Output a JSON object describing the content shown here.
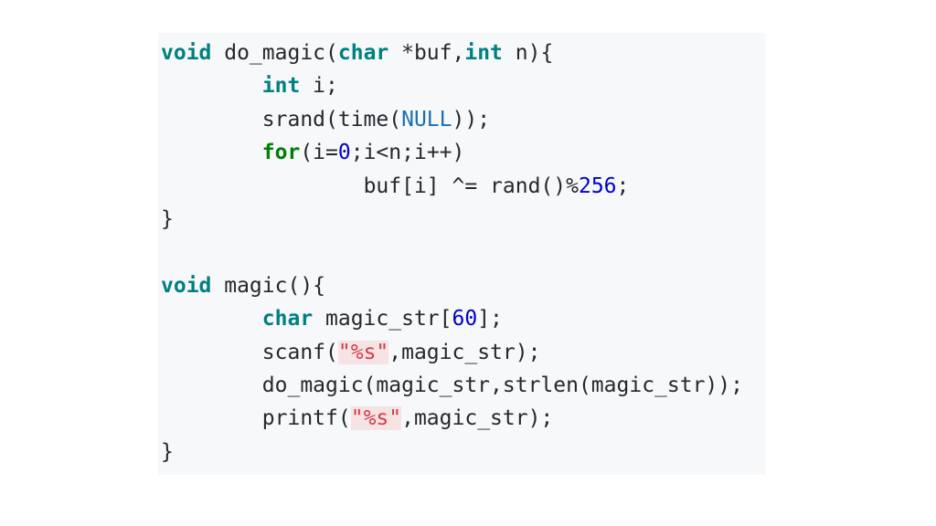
{
  "code": {
    "lines": [
      {
        "indent": "",
        "tokens": [
          {
            "t": "kw",
            "v": "void"
          },
          {
            "t": "p",
            "v": " do_magic("
          },
          {
            "t": "kw",
            "v": "char"
          },
          {
            "t": "p",
            "v": " *buf,"
          },
          {
            "t": "kw",
            "v": "int"
          },
          {
            "t": "p",
            "v": " n){"
          }
        ]
      },
      {
        "indent": "        ",
        "tokens": [
          {
            "t": "kw",
            "v": "int"
          },
          {
            "t": "p",
            "v": " i;"
          }
        ]
      },
      {
        "indent": "        ",
        "tokens": [
          {
            "t": "p",
            "v": "srand(time("
          },
          {
            "t": "const",
            "v": "NULL"
          },
          {
            "t": "p",
            "v": "));"
          }
        ]
      },
      {
        "indent": "        ",
        "tokens": [
          {
            "t": "ctl",
            "v": "for"
          },
          {
            "t": "p",
            "v": "(i="
          },
          {
            "t": "num",
            "v": "0"
          },
          {
            "t": "p",
            "v": ";i<n;i++)"
          }
        ]
      },
      {
        "indent": "                ",
        "tokens": [
          {
            "t": "p",
            "v": "buf[i] ^= rand()%"
          },
          {
            "t": "num",
            "v": "256"
          },
          {
            "t": "p",
            "v": ";"
          }
        ]
      },
      {
        "indent": "",
        "tokens": [
          {
            "t": "p",
            "v": "}"
          }
        ]
      },
      {
        "indent": "",
        "tokens": []
      },
      {
        "indent": "",
        "tokens": [
          {
            "t": "kw",
            "v": "void"
          },
          {
            "t": "p",
            "v": " magic(){"
          }
        ]
      },
      {
        "indent": "        ",
        "tokens": [
          {
            "t": "kw",
            "v": "char"
          },
          {
            "t": "p",
            "v": " magic_str["
          },
          {
            "t": "num",
            "v": "60"
          },
          {
            "t": "p",
            "v": "];"
          }
        ]
      },
      {
        "indent": "        ",
        "tokens": [
          {
            "t": "p",
            "v": "scanf("
          },
          {
            "t": "str",
            "v": "\"%s\""
          },
          {
            "t": "p",
            "v": ",magic_str);"
          }
        ]
      },
      {
        "indent": "        ",
        "tokens": [
          {
            "t": "p",
            "v": "do_magic(magic_str,strlen(magic_str));"
          }
        ]
      },
      {
        "indent": "        ",
        "tokens": [
          {
            "t": "p",
            "v": "printf("
          },
          {
            "t": "str",
            "v": "\"%s\""
          },
          {
            "t": "p",
            "v": ",magic_str);"
          }
        ]
      },
      {
        "indent": "",
        "tokens": [
          {
            "t": "p",
            "v": "}"
          }
        ]
      }
    ]
  }
}
